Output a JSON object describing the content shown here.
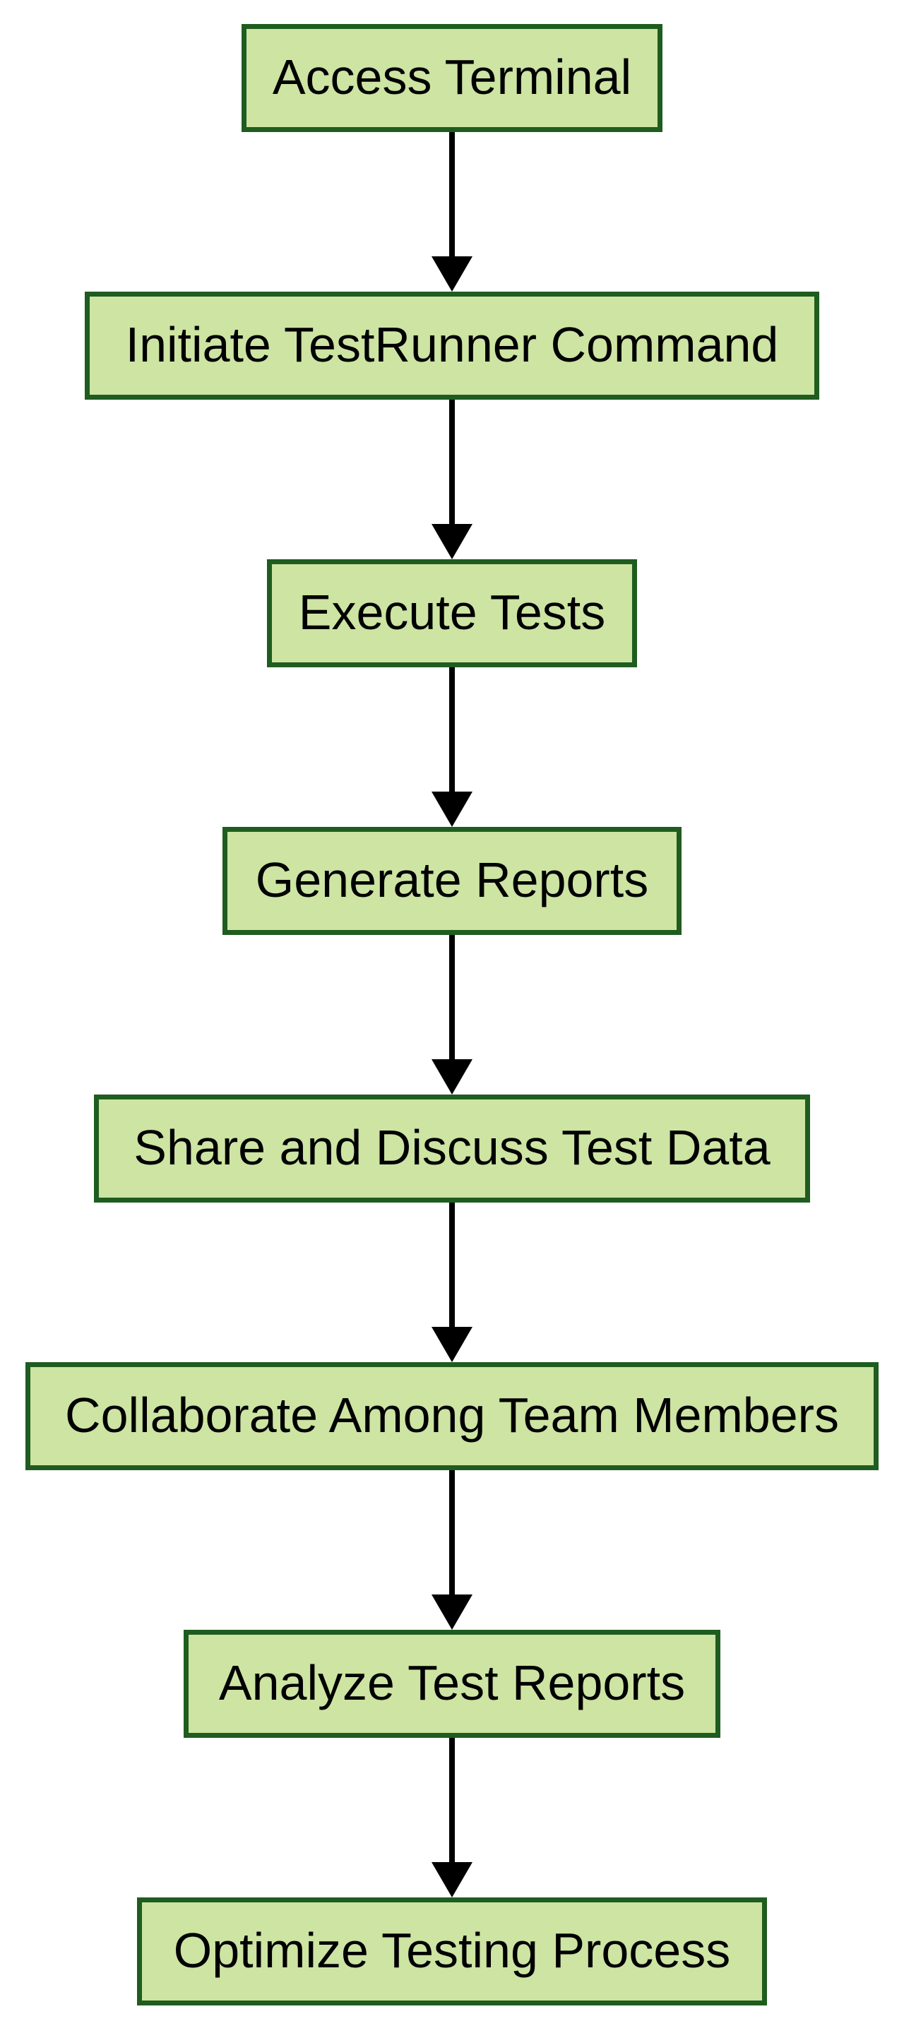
{
  "diagram": {
    "type": "flowchart",
    "direction": "top-down",
    "colors": {
      "canvas_bg": "#ffffff",
      "node_fill": "#cde4a3",
      "node_border": "#1f5c1f",
      "node_text": "#000000",
      "arrow_color": "#000000"
    },
    "nodes": [
      {
        "id": "access-terminal",
        "label": "Access Terminal"
      },
      {
        "id": "initiate-testrunner-command",
        "label": "Initiate TestRunner Command"
      },
      {
        "id": "execute-tests",
        "label": "Execute Tests"
      },
      {
        "id": "generate-reports",
        "label": "Generate Reports"
      },
      {
        "id": "share-and-discuss-test-data",
        "label": "Share and Discuss Test Data"
      },
      {
        "id": "collaborate-among-team-members",
        "label": "Collaborate Among Team Members"
      },
      {
        "id": "analyze-test-reports",
        "label": "Analyze Test Reports"
      },
      {
        "id": "optimize-testing-process",
        "label": "Optimize Testing Process"
      }
    ],
    "edges": [
      {
        "from": "access-terminal",
        "to": "initiate-testrunner-command"
      },
      {
        "from": "initiate-testrunner-command",
        "to": "execute-tests"
      },
      {
        "from": "execute-tests",
        "to": "generate-reports"
      },
      {
        "from": "generate-reports",
        "to": "share-and-discuss-test-data"
      },
      {
        "from": "share-and-discuss-test-data",
        "to": "collaborate-among-team-members"
      },
      {
        "from": "collaborate-among-team-members",
        "to": "analyze-test-reports"
      },
      {
        "from": "analyze-test-reports",
        "to": "optimize-testing-process"
      }
    ]
  }
}
